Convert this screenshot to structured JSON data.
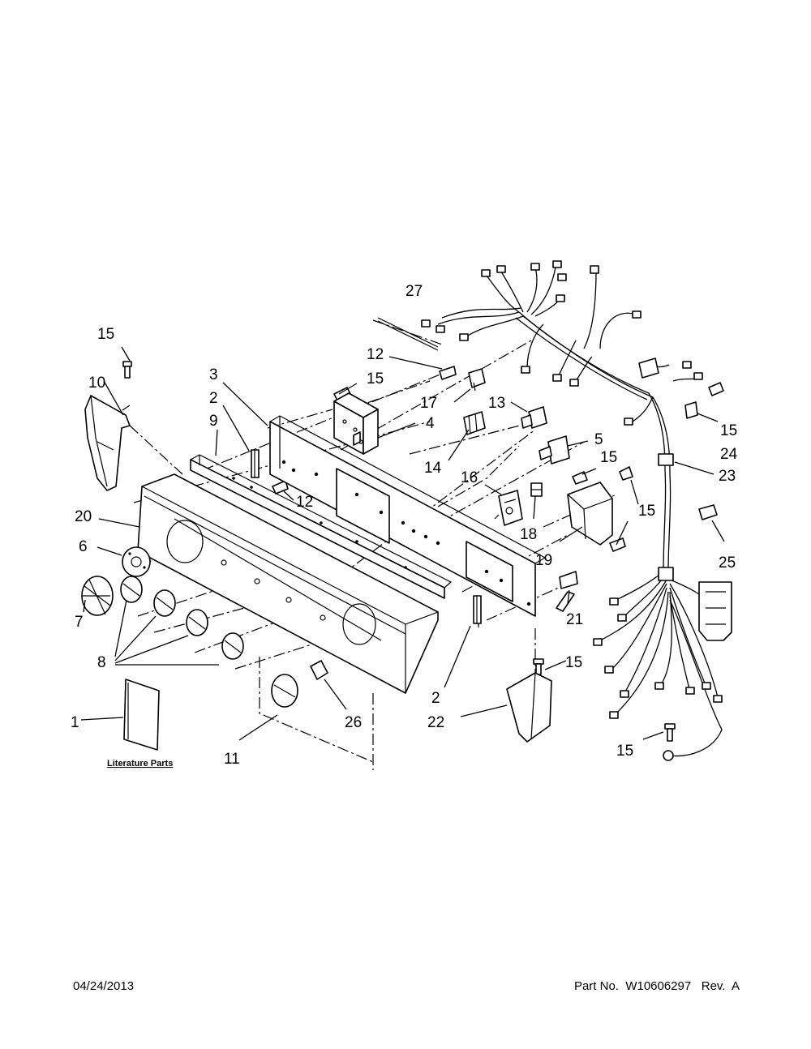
{
  "footer": {
    "date": "04/24/2013",
    "part_label": "Part No.",
    "part_number": "W10606297",
    "rev_label": "Rev.",
    "rev_value": "A"
  },
  "literature_label": "Literature Parts",
  "callouts": {
    "c27": "27",
    "c12a": "12",
    "c15a": "15",
    "c15b": "15",
    "c10": "10",
    "c3": "3",
    "c2a": "2",
    "c9": "9",
    "c17": "17",
    "c13": "13",
    "c4": "4",
    "c5": "5",
    "c14": "14",
    "c15c": "15",
    "c16": "16",
    "c12b": "12",
    "c20": "20",
    "c6": "6",
    "c18": "18",
    "c15d": "15",
    "c15e": "15",
    "c24": "24",
    "c23": "23",
    "c25": "25",
    "c19": "19",
    "c7": "7",
    "c21": "21",
    "c8": "8",
    "c15f": "15",
    "c2b": "2",
    "c26": "26",
    "c22": "22",
    "c1": "1",
    "c11": "11",
    "c15g": "15"
  }
}
